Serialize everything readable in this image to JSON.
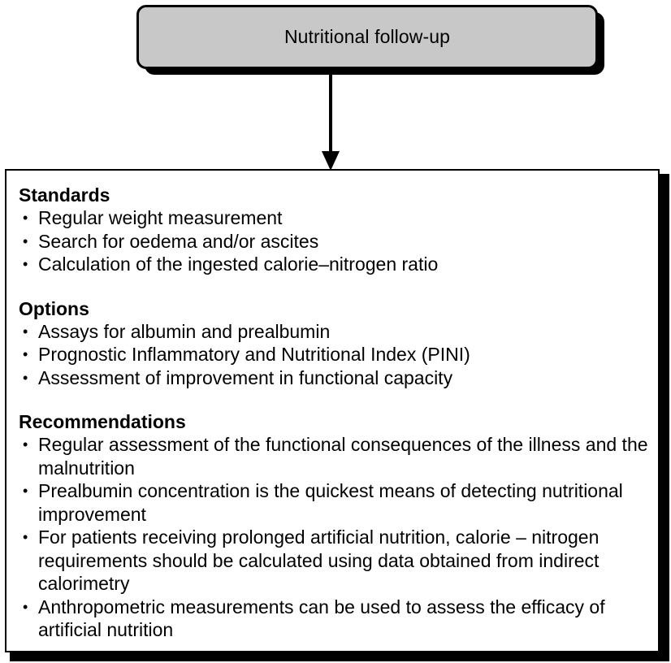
{
  "top_box": {
    "title": "Nutritional follow-up"
  },
  "main_box": {
    "sections": [
      {
        "heading": "Standards",
        "items": [
          "Regular weight measurement",
          "Search for oedema and/or ascites",
          "Calculation of the ingested calorie–nitrogen ratio"
        ]
      },
      {
        "heading": "Options",
        "items": [
          "Assays for albumin and prealbumin",
          "Prognostic Inflammatory and Nutritional Index (PINI)",
          "Assessment of improvement in functional capacity"
        ]
      },
      {
        "heading": "Recommendations",
        "items": [
          "Regular assessment of the functional consequences of the illness and the malnutrition",
          "Prealbumin concentration is the quickest means of detecting nutritional improvement",
          "For patients receiving prolonged artificial nutrition, calorie – nitrogen requirements should be calculated using data obtained from indirect calorimetry",
          "Anthropometric measurements can be used to assess the efficacy of artificial nutrition"
        ]
      }
    ],
    "bullet_glyph": "•"
  }
}
